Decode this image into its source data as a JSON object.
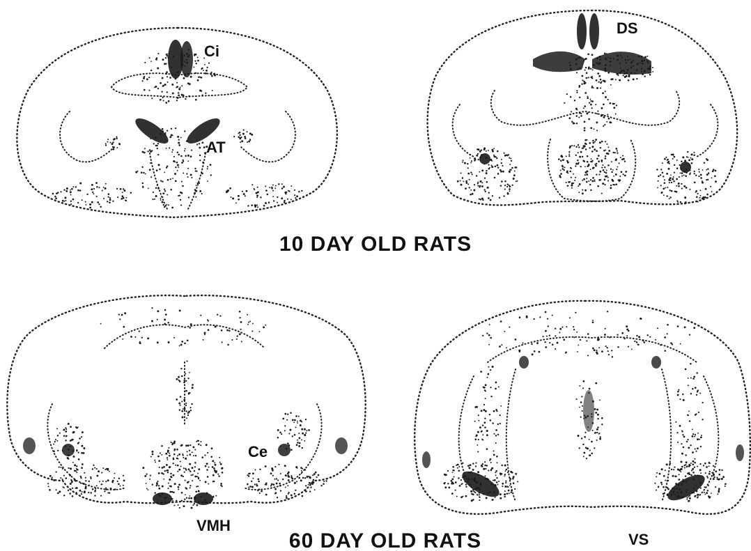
{
  "figure": {
    "row_top_title": "10 DAY OLD RATS",
    "row_bottom_title": "60 DAY OLD RATS",
    "labels": {
      "ci": "Ci",
      "at": "AT",
      "ds": "DS",
      "ce": "Ce",
      "vmh": "VMH",
      "vs": "VS"
    }
  }
}
